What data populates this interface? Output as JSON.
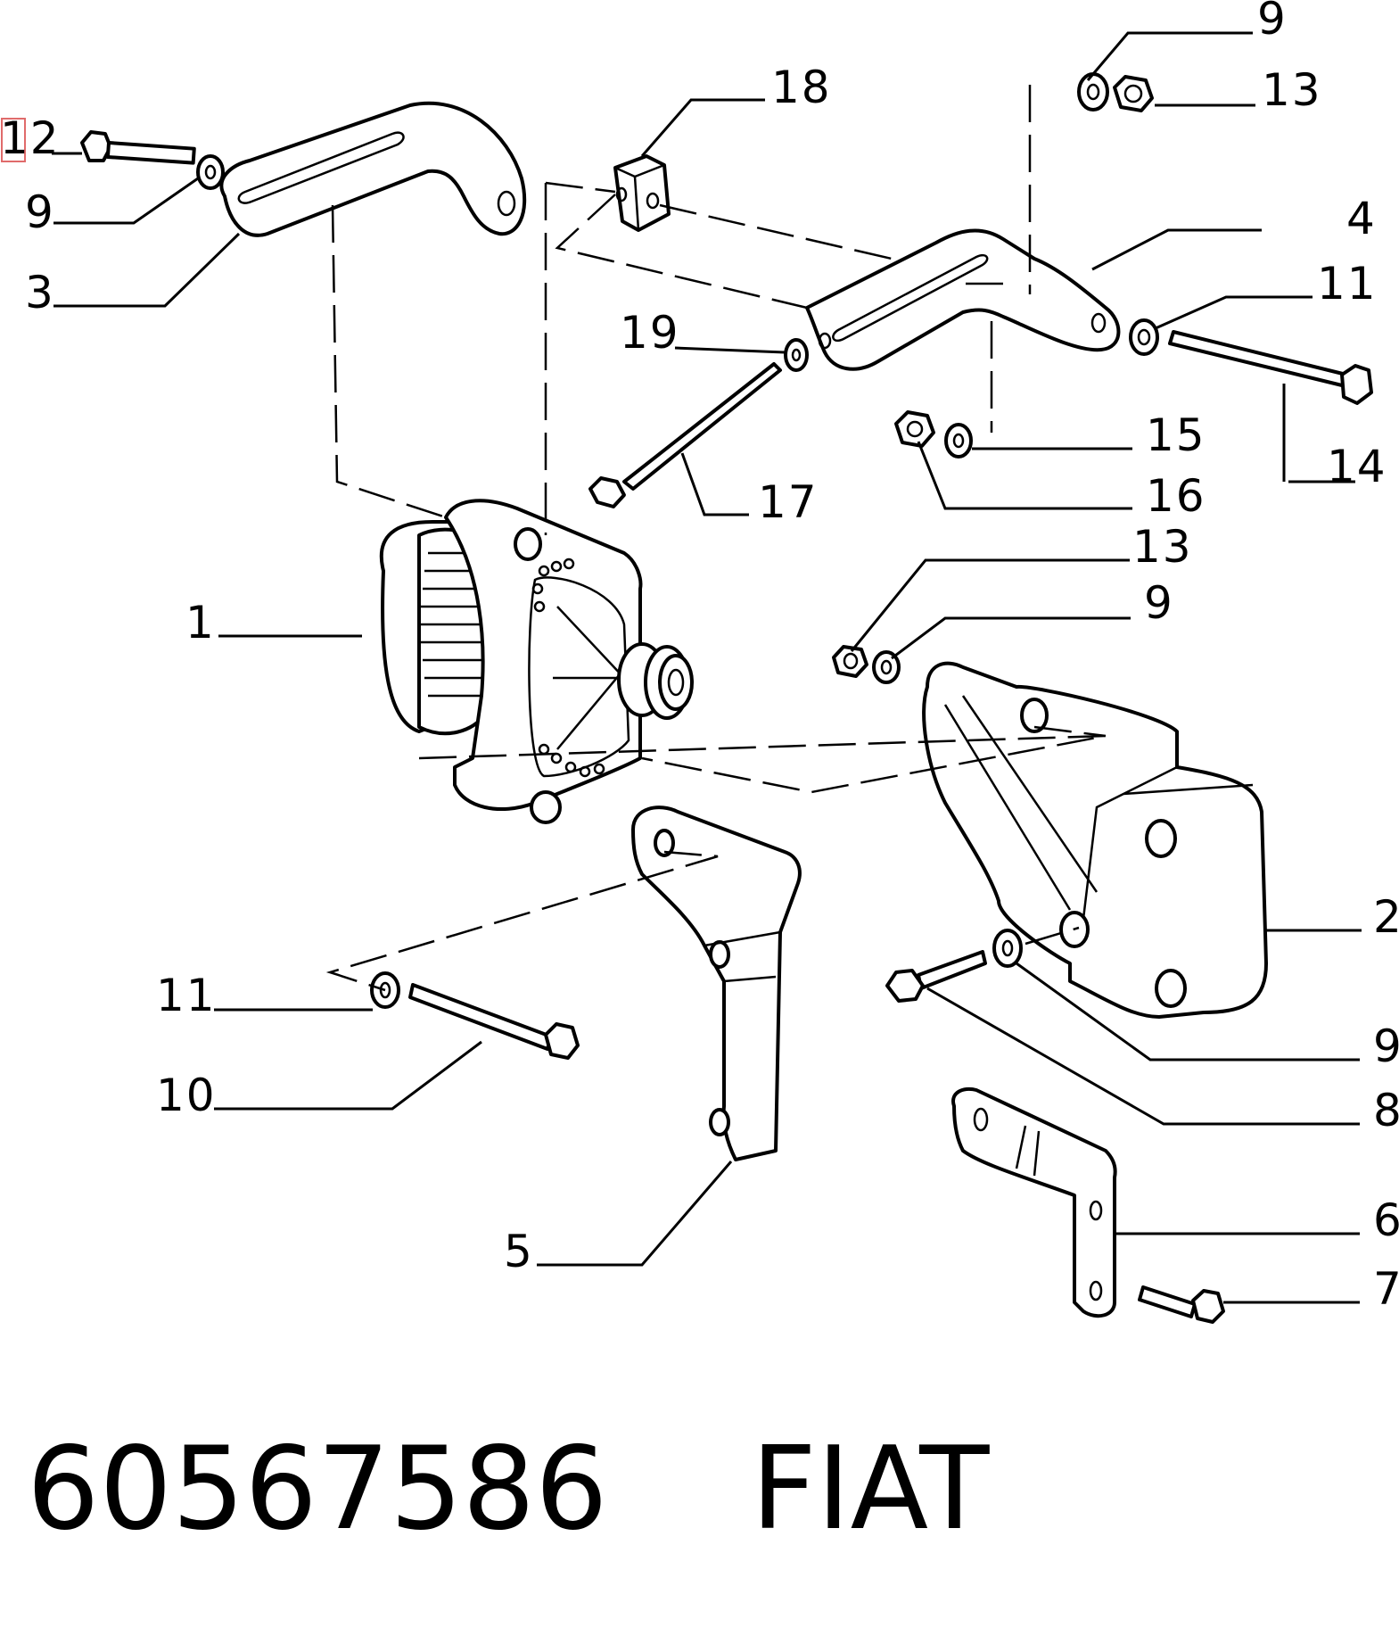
{
  "callouts": [
    {
      "id": "c12-top",
      "text": "12"
    },
    {
      "id": "c9-left",
      "text": "9"
    },
    {
      "id": "c3",
      "text": "3"
    },
    {
      "id": "c18",
      "text": "18"
    },
    {
      "id": "c9-topright",
      "text": "9"
    },
    {
      "id": "c13-top",
      "text": "13"
    },
    {
      "id": "c4",
      "text": "4"
    },
    {
      "id": "c11-right",
      "text": "11"
    },
    {
      "id": "c19",
      "text": "19"
    },
    {
      "id": "c15",
      "text": "15"
    },
    {
      "id": "c14",
      "text": "14"
    },
    {
      "id": "c16",
      "text": "16"
    },
    {
      "id": "c17",
      "text": "17"
    },
    {
      "id": "c13-mid",
      "text": "13"
    },
    {
      "id": "c1",
      "text": "1"
    },
    {
      "id": "c9-mid",
      "text": "9"
    },
    {
      "id": "c2",
      "text": "2"
    },
    {
      "id": "c11-left",
      "text": "11"
    },
    {
      "id": "c9-lower",
      "text": "9"
    },
    {
      "id": "c10",
      "text": "10"
    },
    {
      "id": "c8",
      "text": "8"
    },
    {
      "id": "c6",
      "text": "6"
    },
    {
      "id": "c7",
      "text": "7"
    },
    {
      "id": "c5",
      "text": "5"
    }
  ],
  "footer": {
    "part_number": "60567586",
    "brand": "FIAT"
  }
}
